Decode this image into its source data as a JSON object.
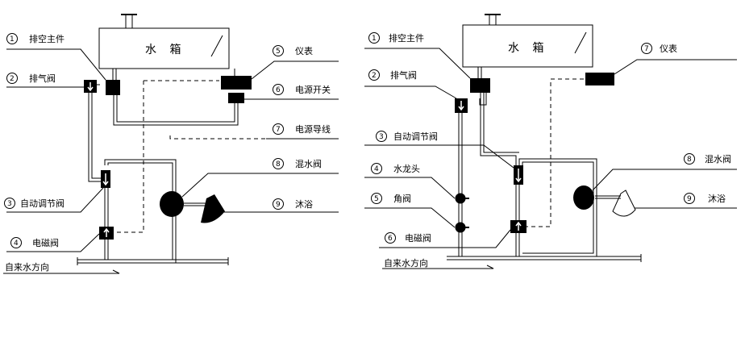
{
  "diagram_left": {
    "tank_label": "水 箱",
    "items": [
      {
        "num": "1",
        "label": "排空主件"
      },
      {
        "num": "2",
        "label": "排气阀"
      },
      {
        "num": "3",
        "label": "自动调节阀"
      },
      {
        "num": "4",
        "label": "电磁阀"
      },
      {
        "num": "5",
        "label": "仪表"
      },
      {
        "num": "6",
        "label": "电源开关"
      },
      {
        "num": "7",
        "label": "电源导线"
      },
      {
        "num": "8",
        "label": "混水阀"
      },
      {
        "num": "9",
        "label": "沐浴"
      }
    ],
    "inlet_label": "自来水方向"
  },
  "diagram_right": {
    "tank_label": "水 箱",
    "items": [
      {
        "num": "1",
        "label": "排空主件"
      },
      {
        "num": "2",
        "label": "排气阀"
      },
      {
        "num": "3",
        "label": "自动调节阀"
      },
      {
        "num": "4",
        "label": "水龙头"
      },
      {
        "num": "5",
        "label": "角阀"
      },
      {
        "num": "6",
        "label": "电磁阀"
      },
      {
        "num": "7",
        "label": "仪表"
      },
      {
        "num": "8",
        "label": "混水阀"
      },
      {
        "num": "9",
        "label": "沐浴"
      }
    ],
    "inlet_label": "自来水方向"
  }
}
